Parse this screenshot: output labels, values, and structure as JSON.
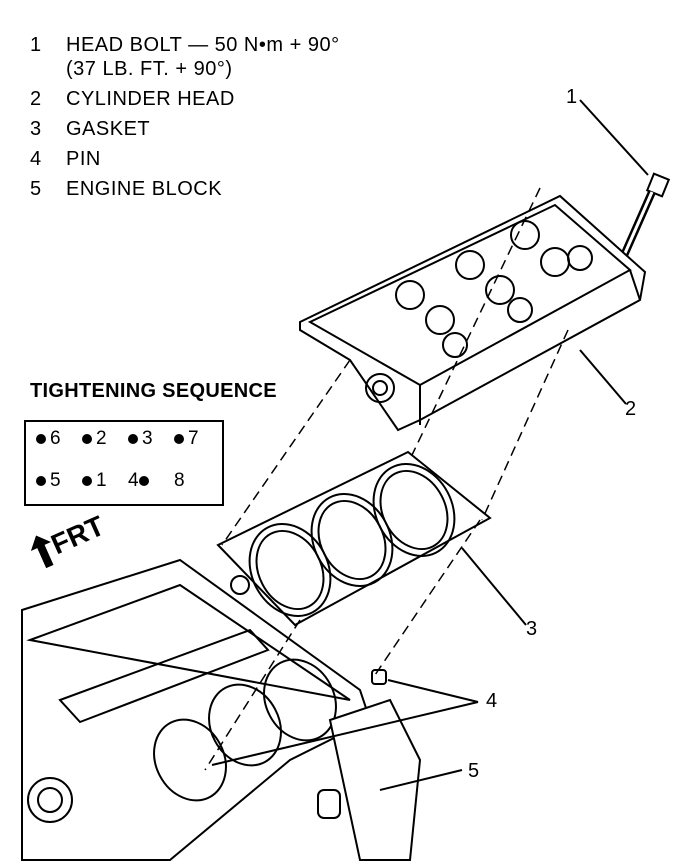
{
  "legend": {
    "items": [
      {
        "num": "1",
        "label": "HEAD BOLT — 50 N•m + 90°",
        "sub": "(37 LB. FT. + 90°)"
      },
      {
        "num": "2",
        "label": "CYLINDER HEAD"
      },
      {
        "num": "3",
        "label": "GASKET"
      },
      {
        "num": "4",
        "label": "PIN"
      },
      {
        "num": "5",
        "label": "ENGINE BLOCK"
      }
    ]
  },
  "sequence": {
    "title": "TIGHTENING SEQUENCE",
    "row1": [
      "6",
      "2",
      "3",
      "7"
    ],
    "row2": [
      "5",
      "1",
      "4",
      "8"
    ]
  },
  "direction": {
    "label": "FRT"
  },
  "callouts": {
    "c1": "1",
    "c2": "2",
    "c3": "3",
    "c4": "4",
    "c5": "5"
  }
}
